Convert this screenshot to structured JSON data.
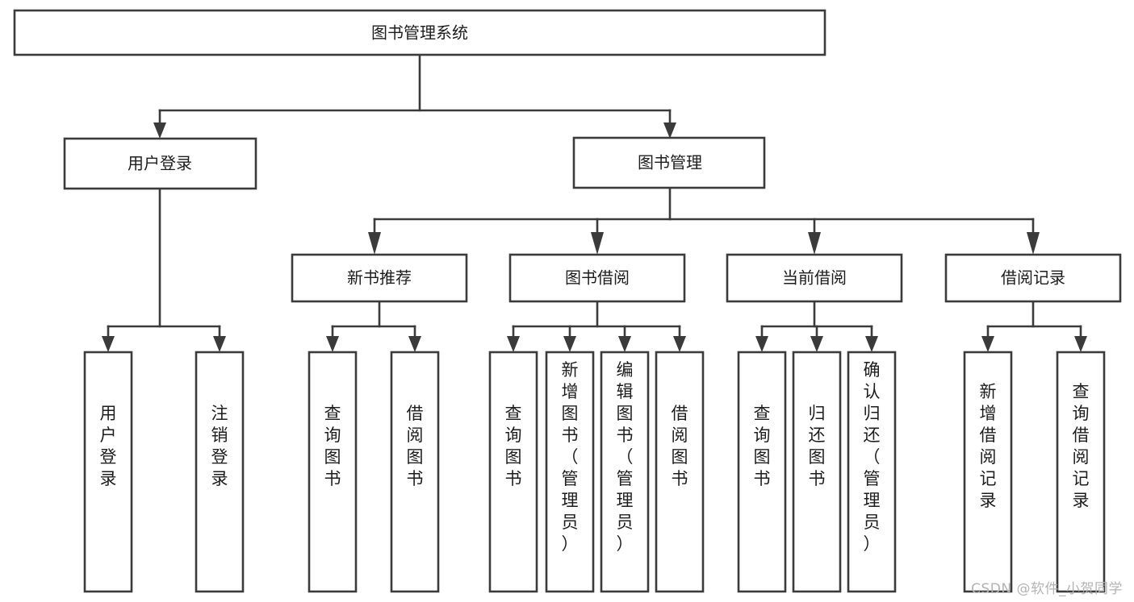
{
  "diagram": {
    "title": "图书管理系统",
    "type": "tree",
    "watermark": "CSDN @软件_小贺同学",
    "colors": {
      "stroke": "#3b3b3b",
      "fill": "#ffffff",
      "text": "#1d1d1d",
      "watermark": "#b4b4b4",
      "background": "#ffffff"
    },
    "levels": [
      {
        "level": 1,
        "nodes": [
          {
            "id": "root",
            "label": "图书管理系统",
            "orientation": "horizontal"
          }
        ]
      },
      {
        "level": 2,
        "nodes": [
          {
            "id": "user-login",
            "label": "用户登录",
            "orientation": "horizontal",
            "parent": "root"
          },
          {
            "id": "book-manage",
            "label": "图书管理",
            "orientation": "horizontal",
            "parent": "root"
          }
        ]
      },
      {
        "level": 3,
        "nodes": [
          {
            "id": "new-book-rec",
            "label": "新书推荐",
            "orientation": "horizontal",
            "parent": "book-manage"
          },
          {
            "id": "book-borrow",
            "label": "图书借阅",
            "orientation": "horizontal",
            "parent": "book-manage"
          },
          {
            "id": "current-borrow",
            "label": "当前借阅",
            "orientation": "horizontal",
            "parent": "book-manage"
          },
          {
            "id": "borrow-record",
            "label": "借阅记录",
            "orientation": "horizontal",
            "parent": "book-manage"
          }
        ]
      },
      {
        "level": 4,
        "nodes": [
          {
            "id": "leaf-user-login",
            "label": "用户登录",
            "orientation": "vertical",
            "parent": "user-login"
          },
          {
            "id": "leaf-logout",
            "label": "注销登录",
            "orientation": "vertical",
            "parent": "user-login"
          },
          {
            "id": "leaf-query-book-1",
            "label": "查询图书",
            "orientation": "vertical",
            "parent": "new-book-rec"
          },
          {
            "id": "leaf-borrow-book-1",
            "label": "借阅图书",
            "orientation": "vertical",
            "parent": "new-book-rec"
          },
          {
            "id": "leaf-query-book-2",
            "label": "查询图书",
            "orientation": "vertical",
            "parent": "book-borrow"
          },
          {
            "id": "leaf-add-book",
            "label": "新增图书（管理员）",
            "orientation": "vertical",
            "parent": "book-borrow"
          },
          {
            "id": "leaf-edit-book",
            "label": "编辑图书（管理员）",
            "orientation": "vertical",
            "parent": "book-borrow"
          },
          {
            "id": "leaf-borrow-book-2",
            "label": "借阅图书",
            "orientation": "vertical",
            "parent": "book-borrow"
          },
          {
            "id": "leaf-query-book-3",
            "label": "查询图书",
            "orientation": "vertical",
            "parent": "current-borrow"
          },
          {
            "id": "leaf-return-book",
            "label": "归还图书",
            "orientation": "vertical",
            "parent": "current-borrow"
          },
          {
            "id": "leaf-confirm-return",
            "label": "确认归还（管理员）",
            "orientation": "vertical",
            "parent": "current-borrow"
          },
          {
            "id": "leaf-add-record",
            "label": "新增借阅记录",
            "orientation": "vertical",
            "parent": "borrow-record"
          },
          {
            "id": "leaf-query-record",
            "label": "查询借阅记录",
            "orientation": "vertical",
            "parent": "borrow-record"
          }
        ]
      }
    ]
  }
}
